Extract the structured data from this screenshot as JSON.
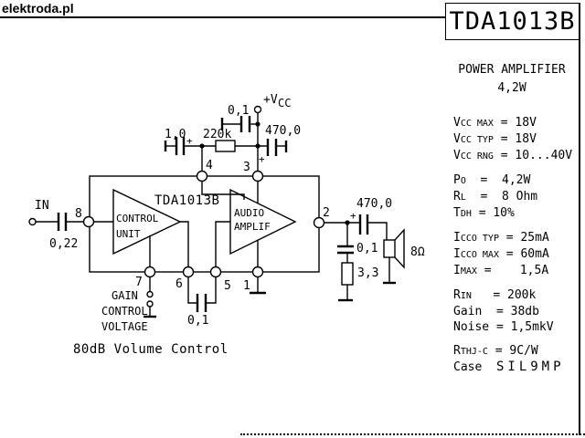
{
  "header": {
    "site": "elektroda.pl"
  },
  "panel": {
    "title": "TDA1013B",
    "subtitle1": "POWER AMPLIFIER",
    "subtitle2": "4,2W",
    "groups": [
      [
        [
          {
            "t": "V"
          },
          {
            "t": "CC MAX",
            "s": 1
          },
          {
            "t": " = 18V"
          }
        ],
        [
          {
            "t": "V"
          },
          {
            "t": "CC TYP",
            "s": 1
          },
          {
            "t": " = 18V"
          }
        ],
        [
          {
            "t": "V"
          },
          {
            "t": "CC RNG",
            "s": 1
          },
          {
            "t": " = 10...40V"
          }
        ]
      ],
      [
        [
          {
            "t": "P"
          },
          {
            "t": "O",
            "s": 1
          },
          {
            "t": "  =  4,2W"
          }
        ],
        [
          {
            "t": "R"
          },
          {
            "t": "L",
            "s": 1
          },
          {
            "t": "  =  8 Ohm"
          }
        ],
        [
          {
            "t": "T"
          },
          {
            "t": "DH",
            "s": 1
          },
          {
            "t": " = 10%"
          }
        ]
      ],
      [
        [
          {
            "t": "I"
          },
          {
            "t": "CCO TYP",
            "s": 1
          },
          {
            "t": " = 25mA"
          }
        ],
        [
          {
            "t": "I"
          },
          {
            "t": "CCO MAX",
            "s": 1
          },
          {
            "t": " = 60mA"
          }
        ],
        [
          {
            "t": "I"
          },
          {
            "t": "MAX",
            "s": 1
          },
          {
            "t": " =    1,5A"
          }
        ]
      ],
      [
        [
          {
            "t": "R"
          },
          {
            "t": "IN",
            "s": 1
          },
          {
            "t": "   = 200k"
          }
        ],
        [
          {
            "t": "Gain  = 38db"
          }
        ],
        [
          {
            "t": "Noise = 1,5mkV"
          }
        ]
      ],
      [
        [
          {
            "t": "R"
          },
          {
            "t": "THJ-C",
            "s": 1
          },
          {
            "t": " = 9C/W"
          }
        ],
        [
          {
            "t": "Case  "
          },
          {
            "t": "SIL9MP",
            "w": 1
          }
        ]
      ]
    ]
  },
  "schematic": {
    "ic_title": "TDA1013B",
    "control_line1": "CONTROL",
    "control_line2": "UNIT",
    "amp_line1": "AUDIO",
    "amp_line2": "AMPLIF",
    "in_label": "IN",
    "plus": "+",
    "vcc_main": "+V",
    "vcc_sub": "CC",
    "c_input": "0,22",
    "c_bootstrap": "1,0",
    "r_bootstrap": "220k",
    "c_decouple": "0,1",
    "c_supply": "470,0",
    "c_output": "470,0",
    "c_zobel": "0,1",
    "r_zobel": "3,3",
    "c_bridge": "0,1",
    "speaker_label": "8Ω",
    "gain_line1": "GAIN",
    "gain_line2": "CONTROL",
    "gain_line3": "VOLTAGE",
    "caption": "80dB Volume Control",
    "pins": {
      "p1": "1",
      "p2": "2",
      "p3": "3",
      "p4": "4",
      "p5": "5",
      "p6": "6",
      "p7": "7",
      "p8": "8"
    }
  }
}
